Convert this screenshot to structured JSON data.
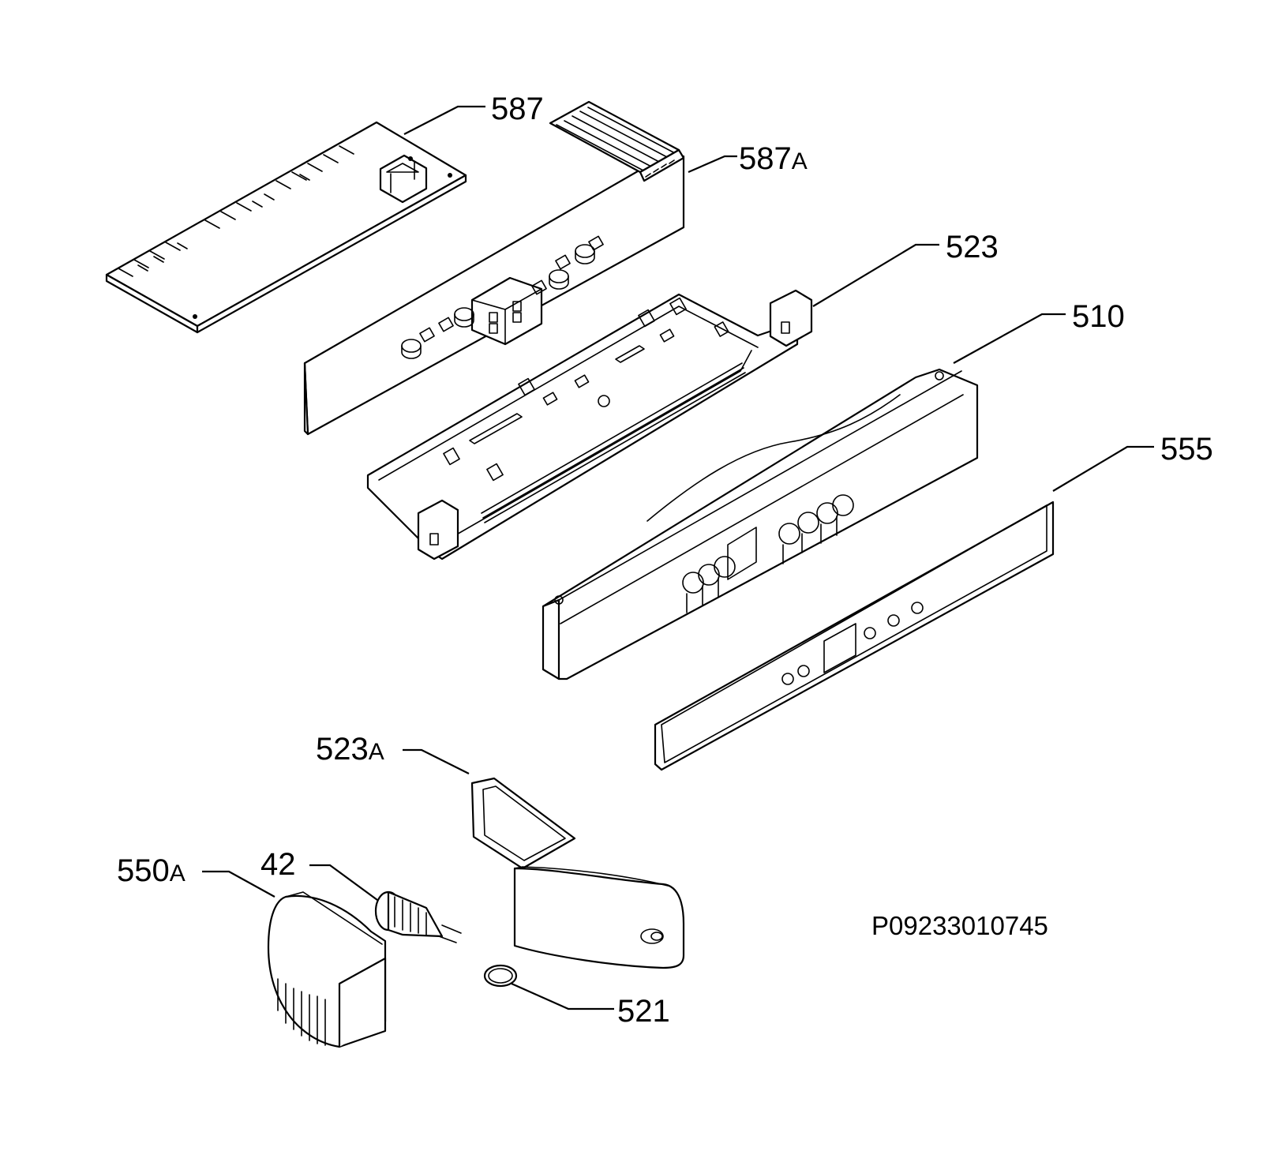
{
  "figure_code": "P09233010745",
  "callouts": [
    {
      "id": "587",
      "number": "587",
      "suffix": ""
    },
    {
      "id": "587A",
      "number": "587",
      "suffix": "A"
    },
    {
      "id": "523",
      "number": "523",
      "suffix": ""
    },
    {
      "id": "510",
      "number": "510",
      "suffix": ""
    },
    {
      "id": "555",
      "number": "555",
      "suffix": ""
    },
    {
      "id": "523A",
      "number": "523",
      "suffix": "A"
    },
    {
      "id": "550A",
      "number": "550",
      "suffix": "A"
    },
    {
      "id": "42",
      "number": "42",
      "suffix": ""
    },
    {
      "id": "521",
      "number": "521",
      "suffix": ""
    }
  ]
}
